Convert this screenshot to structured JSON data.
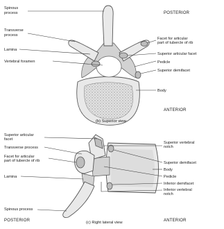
{
  "superior": {
    "caption": "(b) Superior view",
    "posterior": "POSTERIOR",
    "anterior": "ANTERIOR",
    "labels": {
      "spinous_1": "Spinous",
      "spinous_2": "process",
      "transverse_1": "Transverse",
      "transverse_2": "process",
      "lamina": "Lamina",
      "vertebral_foramen": "Vertebral foramen",
      "facet_1": "Facet for articular",
      "facet_2": "part of tubercle of rib",
      "sup_art_facet": "Superior articular facet",
      "pedicle": "Pedicle",
      "sup_demifacet": "Superior demifacet",
      "body": "Body"
    }
  },
  "lateral": {
    "caption": "(c) Right lateral view",
    "posterior": "POSTERIOR",
    "anterior": "ANTERIOR",
    "labels": {
      "sup_art_facet_1": "Superior articular",
      "sup_art_facet_2": "facet",
      "transverse": "Transverse process",
      "facet_1": "Facet for articular",
      "facet_2": "part of tubercle of rib",
      "lamina": "Lamina",
      "spinous": "Spinous process",
      "sup_vert_notch_1": "Superior vertebral",
      "sup_vert_notch_2": "notch",
      "sup_demifacet": "Superior demifacet",
      "body": "Body",
      "pedicle": "Pedicle",
      "inf_demifacet": "Inferior demifacet",
      "inf_vert_notch_1": "Inferior vertebral",
      "inf_vert_notch_2": "notch"
    }
  }
}
